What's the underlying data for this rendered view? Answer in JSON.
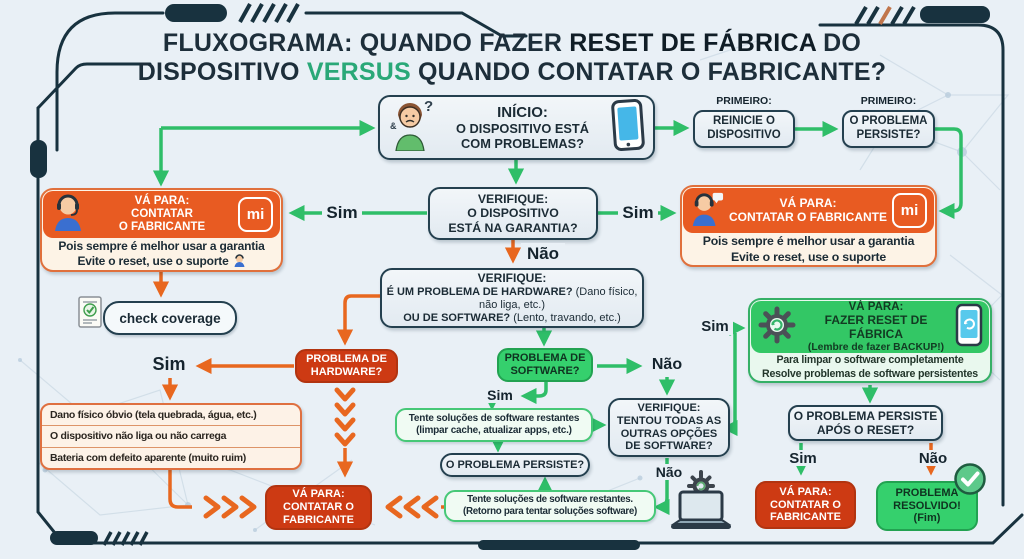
{
  "title": {
    "l1a": "FLUXOGRAMA: QUANDO FAZER ",
    "l1b": "RESET DE FÁBRICA",
    "l1c": " DO",
    "l2a": "DISPOSITIVO ",
    "l2b": "VERSUS",
    "l2c": " QUANDO CONTATAR O FABRICANTE?"
  },
  "labels": {
    "sim": "Sim",
    "nao": "Não",
    "primeiro": "PRIMEIRO:"
  },
  "nodes": {
    "start": {
      "t": "INÍCIO:",
      "s1": "O DISPOSITIVO ESTÁ",
      "s2": "COM PROBLEMAS?",
      "q": "?"
    },
    "restart": {
      "l1": "REINICIE O",
      "l2": "DISPOSITIVO"
    },
    "persists_first": {
      "l1": "O PROBLEMA",
      "l2": "PERSISTE?"
    },
    "contact_left": {
      "h1": "VÁ PARA:",
      "h2": "CONTATAR",
      "h3": "O FABRICANTE",
      "b1": "Pois sempre é melhor usar a garantia",
      "b2": "Evite o reset, use o suporte",
      "logo": "mi"
    },
    "warranty": {
      "l1": "VERIFIQUE:",
      "l2": "O DISPOSITIVO",
      "l3": "ESTÁ NA GARANTIA?"
    },
    "contact_right": {
      "h1": "VÁ PARA:",
      "h2": "CONTATAR O FABRICANTE",
      "b1": "Pois sempre é melhor usar a garantia",
      "b2": "Evite o reset, use o suporte",
      "logo": "mi"
    },
    "hw_or_sw": {
      "l1": "VERIFIQUE:",
      "l2b": "É UM PROBLEMA DE HARDWARE?",
      "l2n": " (Dano físico,",
      "l3": "não liga, etc.)",
      "l4b": "OU DE SOFTWARE?",
      "l4n": " (Lento, travando, etc.)"
    },
    "check_coverage": "check coverage",
    "factory_reset": {
      "h1": "VÁ PARA:",
      "h2": "FAZER RESET DE FÁBRICA",
      "h3": "(Lembre de fazer BACKUP!)",
      "b1": "Para limpar o software completamente",
      "b2": "Resolve problemas de software persistentes"
    },
    "hardware_q": {
      "l1": "PROBLEMA DE",
      "l2": "HARDWARE?"
    },
    "software_q": {
      "l1": "PROBLEMA DE",
      "l2": "SOFTWARE?"
    },
    "hw_list": {
      "r1": "Dano físico óbvio (tela quebrada, água, etc.)",
      "r2": "O dispositivo não liga ou não carrega",
      "r3": "Bateria com defeito aparente (muito ruim)"
    },
    "try_sw": {
      "l1": "Tente soluções de software restantes",
      "l2": "(limpar cache, atualizar apps, etc.)"
    },
    "persists_mid": "O PROBLEMA PERSISTE?",
    "tried_all": {
      "l1": "VERIFIQUE:",
      "l2": "TENTOU TODAS AS",
      "l3": "OUTRAS OPÇÕES",
      "l4": "DE SOFTWARE?"
    },
    "try_sw2": {
      "l1": "Tente soluções de software restantes.",
      "l2": "(Retorno para tentar soluções software)"
    },
    "contact_mid": {
      "l1": "VÁ PARA:",
      "l2": "CONTATAR O",
      "l3": "FABRICANTE"
    },
    "after_reset": {
      "l1": "O PROBLEMA PERSISTE",
      "l2": "APÓS O RESET?"
    },
    "contact_end": {
      "l1": "VÁ PARA:",
      "l2": "CONTATAR O",
      "l3": "FABRICANTE"
    },
    "resolved": {
      "l1": "PROBLEMA",
      "l2": "RESOLVIDO!",
      "l3": "(Fim)"
    }
  },
  "colors": {
    "background": "#e9f0f6",
    "frame": "#18323f",
    "green": "#2fbe68",
    "orange": "#e8671f",
    "red_box": "#cd3a13",
    "orange_header": "#e85b22",
    "green_header": "#33c765",
    "title_accent": "#2aa878",
    "neutral_border": "#24404f"
  }
}
